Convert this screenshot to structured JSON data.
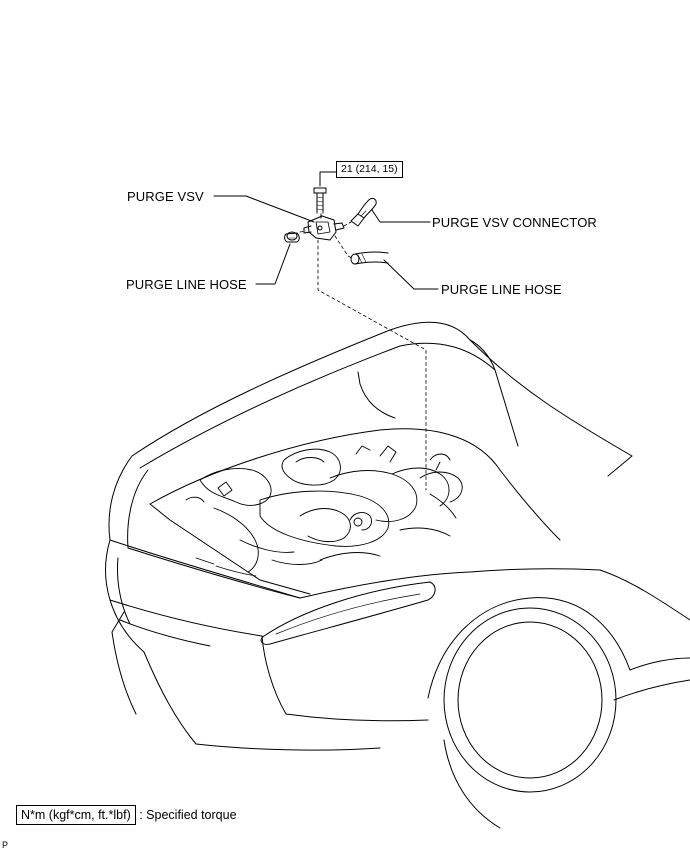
{
  "labels": {
    "purge_vsv": "PURGE VSV",
    "purge_vsv_connector": "PURGE VSV CONNECTOR",
    "purge_line_hose_left": "PURGE LINE HOSE",
    "purge_line_hose_right": "PURGE LINE HOSE"
  },
  "torque": {
    "value": "21 (214, 15)"
  },
  "legend": {
    "unit": "N*m (kgf*cm, ft.*lbf)",
    "description": ": Specified torque"
  },
  "corner_tag": "P"
}
